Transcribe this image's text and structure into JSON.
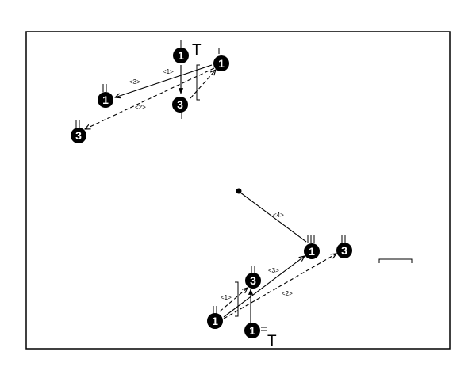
{
  "colors": {
    "ink": "#000000",
    "paper": "#ffffff"
  },
  "diagram": {
    "top_play": {
      "players": [
        {
          "id": "1-top",
          "number": "1",
          "marker": "single-tick"
        },
        {
          "id": "1-right",
          "number": "1",
          "marker": "single-tick"
        },
        {
          "id": "1-left",
          "number": "1",
          "marker": "double-tick"
        },
        {
          "id": "3-center",
          "number": "3",
          "marker": "single-tick"
        },
        {
          "id": "3-far-left",
          "number": "3",
          "marker": "double-tick"
        }
      ],
      "tee_label": "T",
      "move_labels": [
        "<1>",
        "<2>",
        "<3>"
      ]
    },
    "bottom_play": {
      "players": [
        {
          "id": "1-bottom",
          "number": "1",
          "marker": "equals"
        },
        {
          "id": "1-left",
          "number": "1",
          "marker": "double-tick"
        },
        {
          "id": "3-mid",
          "number": "3",
          "marker": "double-tick"
        },
        {
          "id": "1-upper",
          "number": "1",
          "marker": "triple-tick"
        },
        {
          "id": "3-right",
          "number": "3",
          "marker": "double-tick"
        }
      ],
      "tee_label": "T",
      "move_labels": [
        "<1>",
        "<2>",
        "<3>",
        "<4>"
      ]
    }
  }
}
